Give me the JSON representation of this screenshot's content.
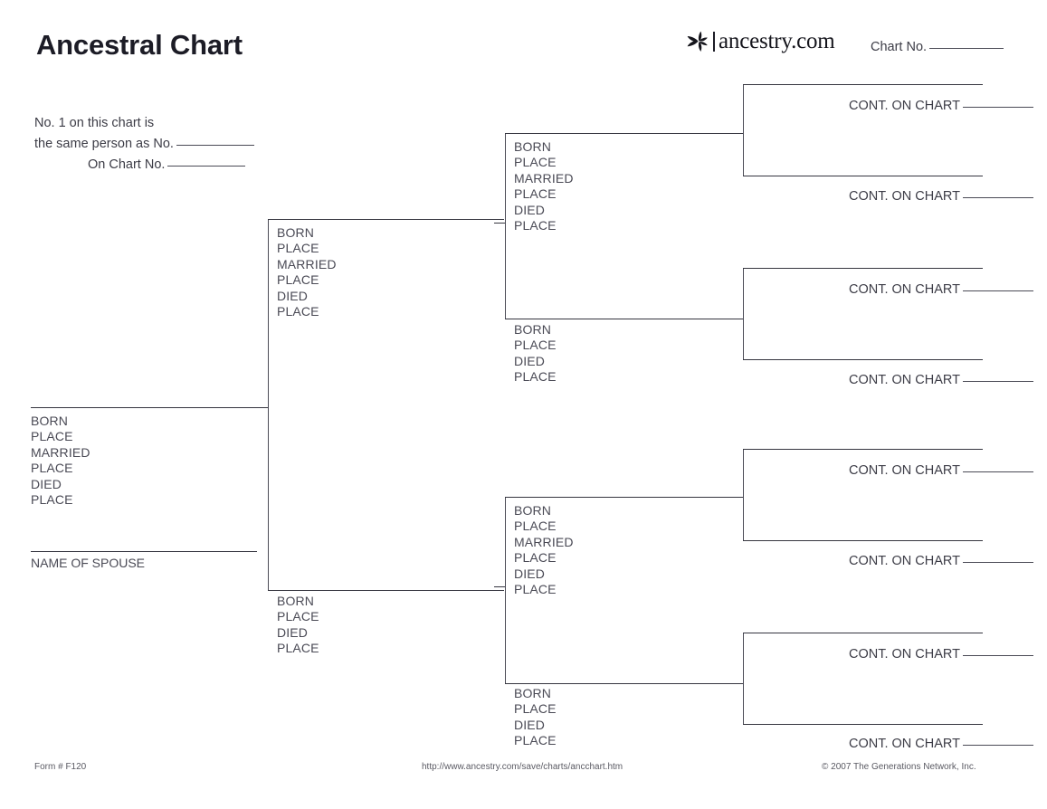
{
  "header": {
    "title": "Ancestral Chart",
    "brand_word": "ancestry.com",
    "brand_mark_name": "ancestry-leaf-logo",
    "chart_no_label": "Chart No.",
    "chart_no_value": ""
  },
  "note": {
    "line1": "No. 1 on this chart is",
    "line2": "the same person as No.",
    "line2_value": "",
    "line3": "On Chart No.",
    "line3_value": ""
  },
  "labels": {
    "born": "BORN",
    "place": "PLACE",
    "married": "MARRIED",
    "died": "DIED",
    "spouse": "NAME OF SPOUSE",
    "cont_on_chart": "CONT. ON CHART"
  },
  "person1": {
    "name_value": "",
    "fields": [
      "BORN",
      "PLACE",
      "MARRIED",
      "PLACE",
      "DIED",
      "PLACE"
    ],
    "spouse_label": "NAME OF SPOUSE",
    "spouse_value": ""
  },
  "generation2": [
    {
      "position": "father",
      "name_value": "",
      "fields": [
        "BORN",
        "PLACE",
        "MARRIED",
        "PLACE",
        "DIED",
        "PLACE"
      ]
    },
    {
      "position": "mother",
      "name_value": "",
      "fields": [
        "BORN",
        "PLACE",
        "DIED",
        "PLACE"
      ]
    }
  ],
  "generation3": [
    {
      "position": "paternal-grandfather",
      "name_value": "",
      "fields": [
        "BORN",
        "PLACE",
        "MARRIED",
        "PLACE",
        "DIED",
        "PLACE"
      ]
    },
    {
      "position": "paternal-grandmother",
      "name_value": "",
      "fields": [
        "BORN",
        "PLACE",
        "DIED",
        "PLACE"
      ]
    },
    {
      "position": "maternal-grandfather",
      "name_value": "",
      "fields": [
        "BORN",
        "PLACE",
        "MARRIED",
        "PLACE",
        "DIED",
        "PLACE"
      ]
    },
    {
      "position": "maternal-grandmother",
      "name_value": "",
      "fields": [
        "BORN",
        "PLACE",
        "DIED",
        "PLACE"
      ]
    }
  ],
  "generation4": [
    {
      "position": "great-grandparent-1",
      "name_value": "",
      "cont_label": "CONT. ON CHART",
      "cont_value": ""
    },
    {
      "position": "great-grandparent-2",
      "name_value": "",
      "cont_label": "CONT. ON CHART",
      "cont_value": ""
    },
    {
      "position": "great-grandparent-3",
      "name_value": "",
      "cont_label": "CONT. ON CHART",
      "cont_value": ""
    },
    {
      "position": "great-grandparent-4",
      "name_value": "",
      "cont_label": "CONT. ON CHART",
      "cont_value": ""
    },
    {
      "position": "great-grandparent-5",
      "name_value": "",
      "cont_label": "CONT. ON CHART",
      "cont_value": ""
    },
    {
      "position": "great-grandparent-6",
      "name_value": "",
      "cont_label": "CONT. ON CHART",
      "cont_value": ""
    },
    {
      "position": "great-grandparent-7",
      "name_value": "",
      "cont_label": "CONT. ON CHART",
      "cont_value": ""
    },
    {
      "position": "great-grandparent-8",
      "name_value": "",
      "cont_label": "CONT. ON CHART",
      "cont_value": ""
    }
  ],
  "footer": {
    "form_number": "Form # F120",
    "url": "http://www.ancestry.com/save/charts/ancchart.htm",
    "copyright": "© 2007 The Generations Network, Inc."
  },
  "colors": {
    "ink": "#3c3c46",
    "rule": "#35353f",
    "title": "#1c1c26",
    "background": "#ffffff"
  }
}
